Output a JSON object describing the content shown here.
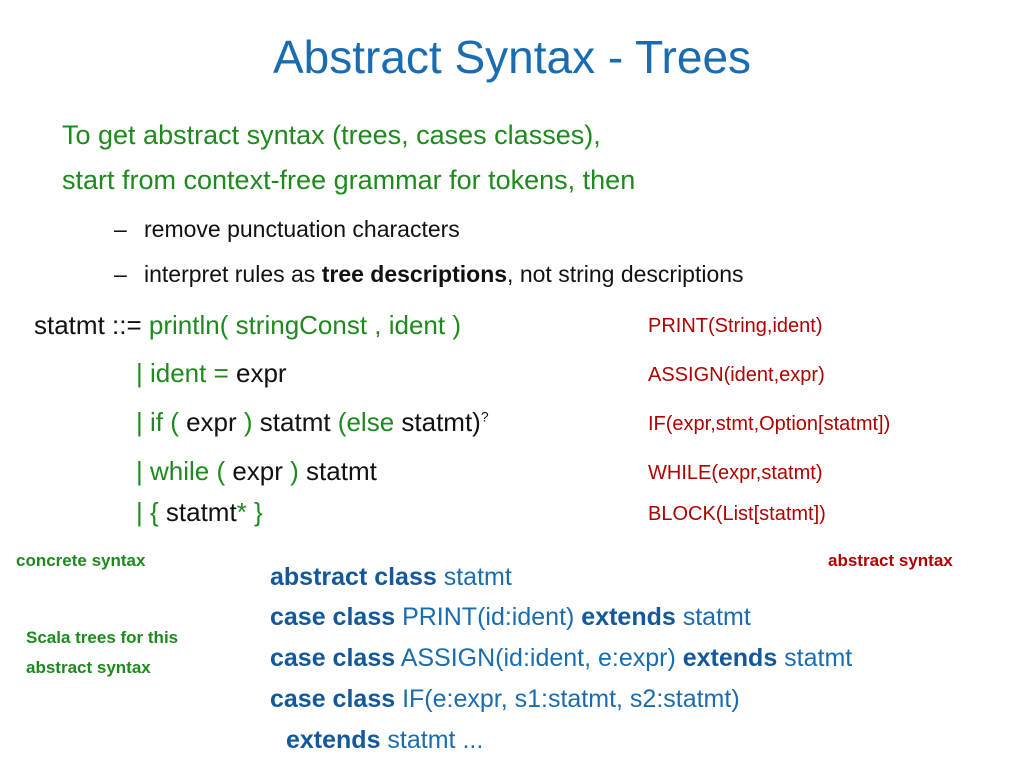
{
  "slide": {
    "title": "Abstract Syntax - Trees",
    "intro_lines": [
      "To get abstract syntax (trees, cases classes),",
      "start from context-free grammar for tokens, then"
    ],
    "bullets": {
      "dash": "–",
      "b1": "remove punctuation characters",
      "b2_prefix": "interpret rules as ",
      "b2_bold": "tree descriptions",
      "b2_suffix": ", not string descriptions"
    },
    "grammar": {
      "l1_lhs": "statmt ::= ",
      "l1_rhs": "println( stringConst , ident )",
      "l2_bar": "| ident = ",
      "l2_expr": "expr",
      "l3_bar": "| if ( ",
      "l3_expr": "expr",
      "l3_close": " )",
      "l3_statmt": " statmt",
      "l3_else": " (else",
      "l3_statmt2": " statmt)",
      "l3_sup": "?",
      "l4_bar": "| while ( ",
      "l4_expr": "expr",
      "l4_close": " )",
      "l4_statmt": " statmt",
      "l5_bar": "| { ",
      "l5_statmt": "statmt",
      "l5_star": "*",
      "l5_close": " }"
    },
    "ast_nodes": [
      "PRINT(String,ident)",
      "ASSIGN(ident,expr)",
      "IF(expr,stmt,Option[statmt])",
      "WHILE(expr,statmt)",
      "BLOCK(List[statmt])"
    ],
    "labels": {
      "concrete": "concrete syntax",
      "abstract": "abstract syntax",
      "scala_1": "Scala trees for this",
      "scala_2": "abstract syntax"
    },
    "code": {
      "kw_abstract_class": "abstract class",
      "kw_case_class": "case class",
      "kw_extends": "extends",
      "c1_rest": " statmt",
      "c2_rest": " PRINT(id:ident) ",
      "c2_tail": " statmt",
      "c3_rest": " ASSIGN(id:ident, e:expr) ",
      "c3_tail": " statmt",
      "c4_rest": " IF(e:expr, s1:statmt, s2:statmt)",
      "c5_tail": " statmt  ..."
    }
  }
}
